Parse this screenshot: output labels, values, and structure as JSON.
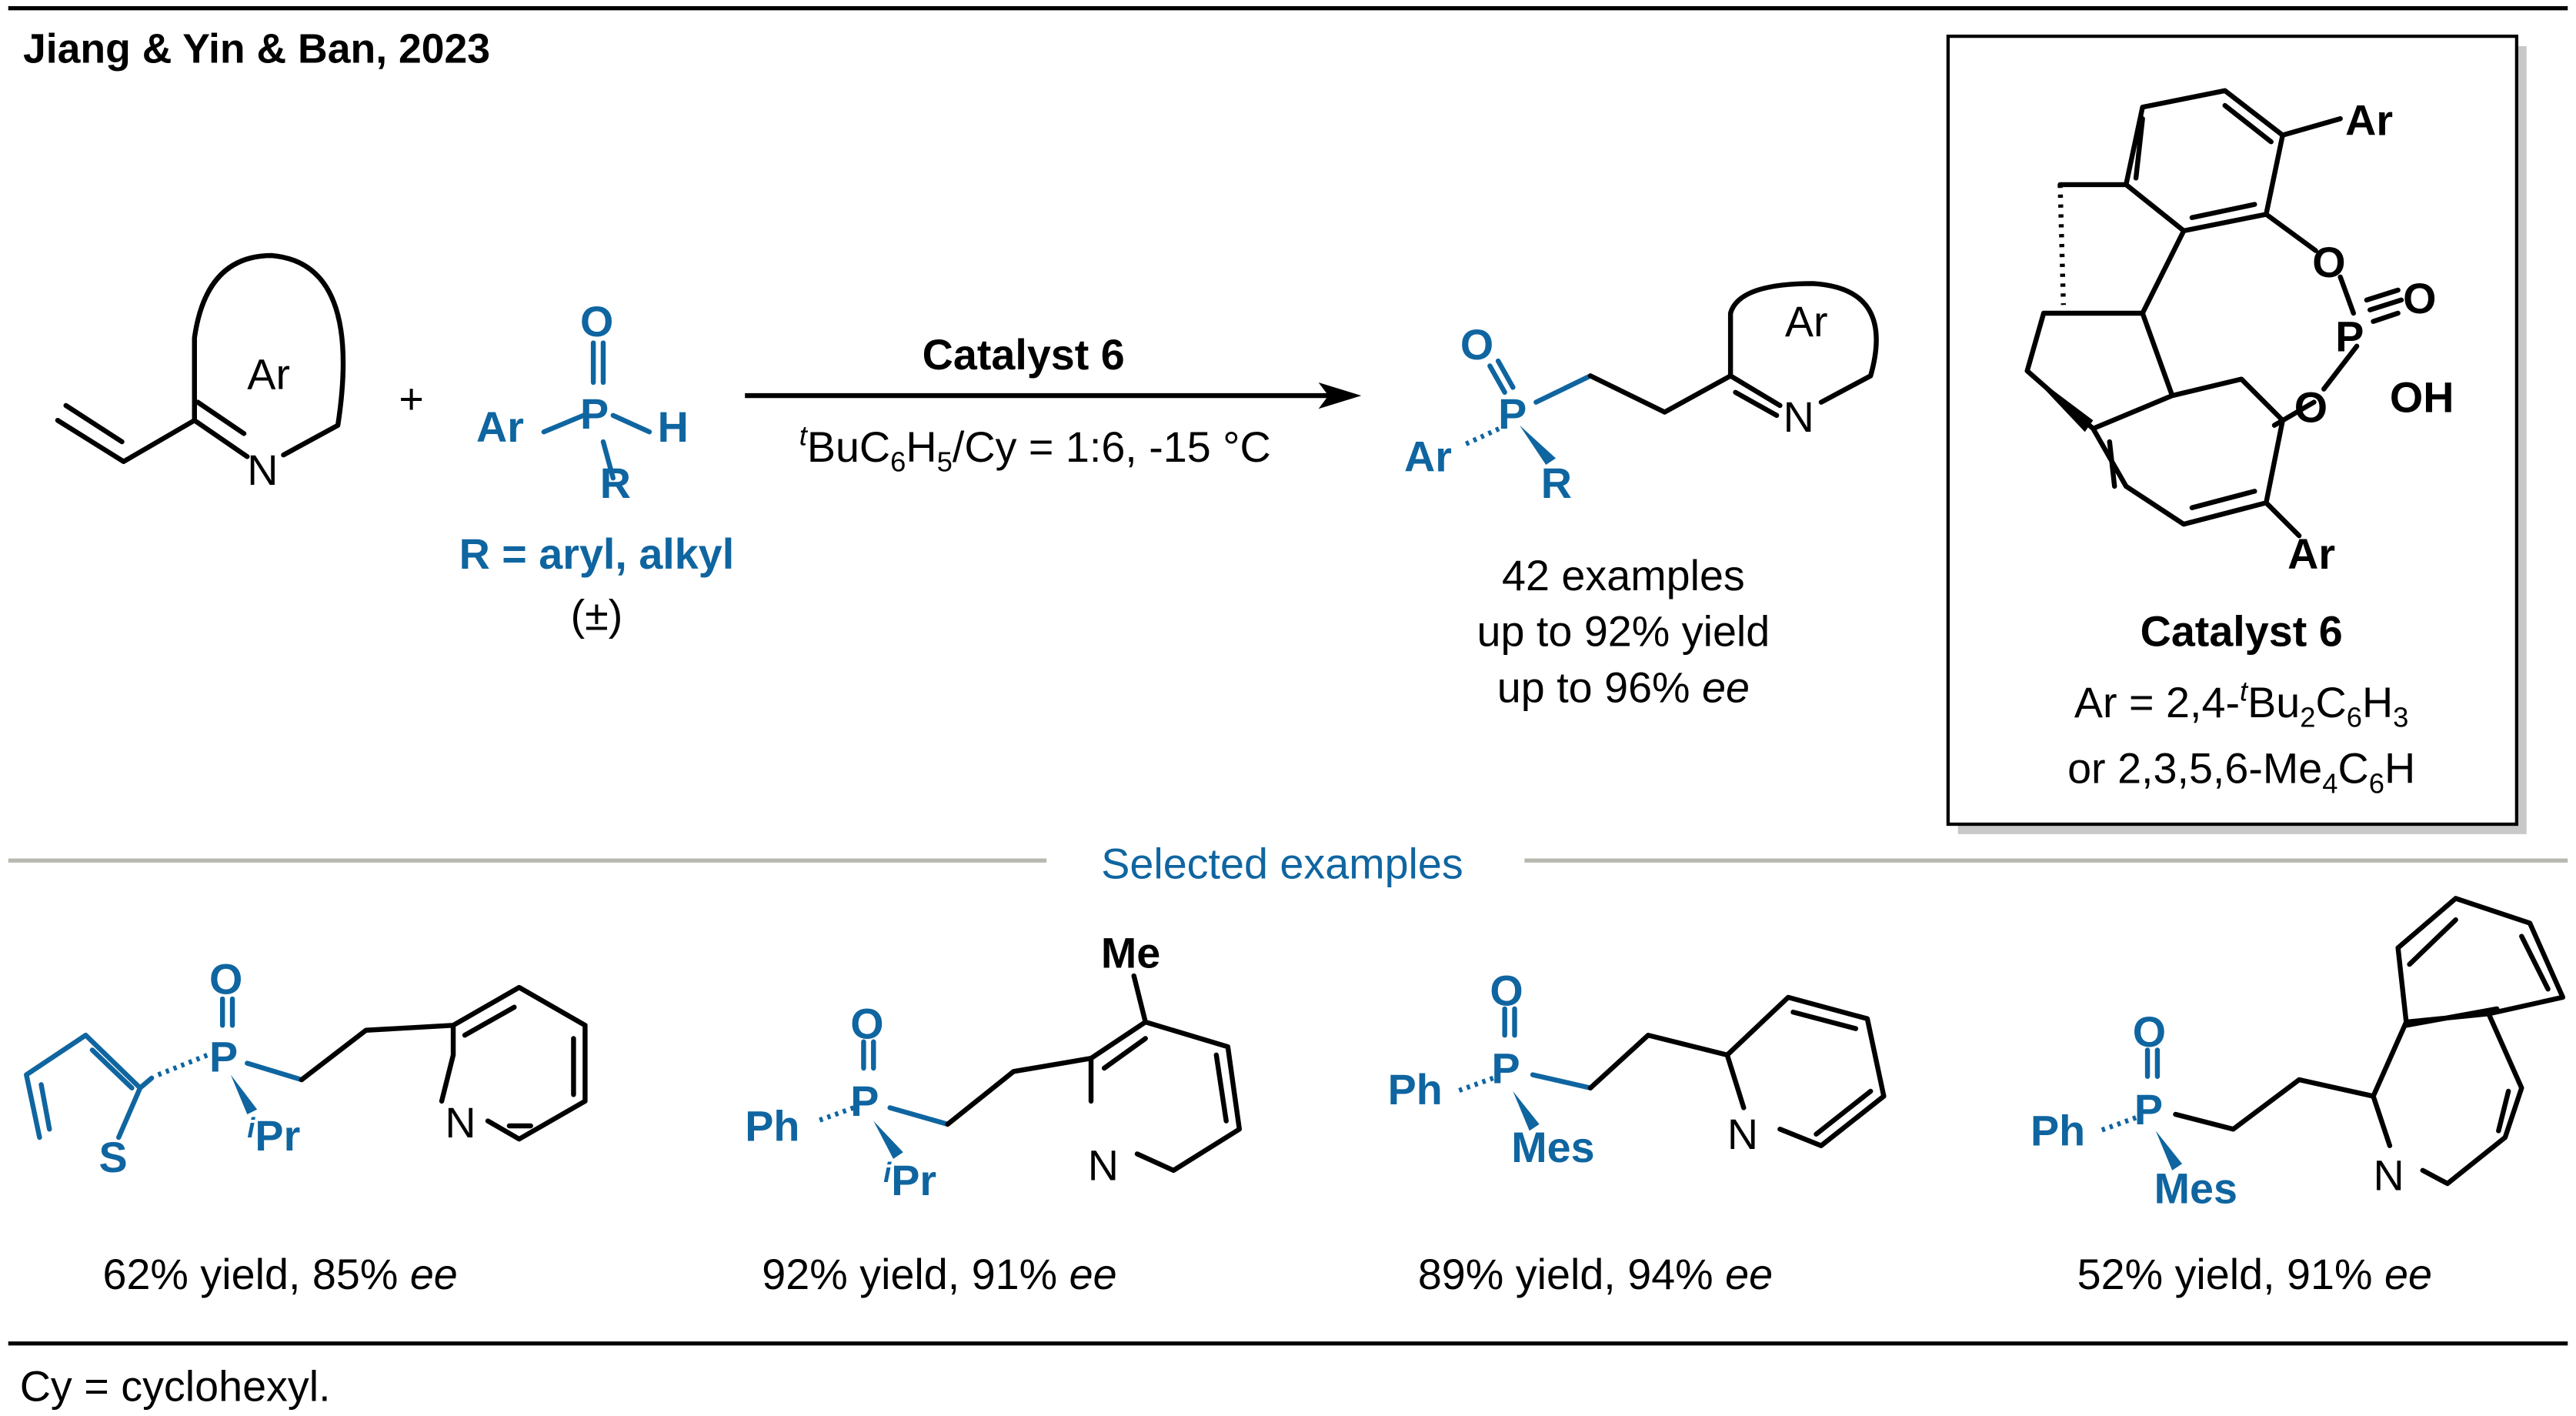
{
  "header": {
    "citation": "Jiang & Yin & Ban, 2023"
  },
  "colors": {
    "accent": "#0f65a0",
    "divider": "#b8b8b0",
    "text": "#000000"
  },
  "reactants": {
    "substrate_ring_label": "Ar",
    "substrate_n": "N",
    "plus": "+",
    "phosphine": {
      "o": "O",
      "p": "P",
      "ar": "Ar",
      "h": "H",
      "r": "R"
    },
    "r_definition": "R = aryl, alkyl",
    "racemic": "(±)"
  },
  "conditions": {
    "catalyst": "Catalyst 6",
    "solvent_prefix": "t",
    "solvent_a": "BuC",
    "solvent_b": "6",
    "solvent_c": "H",
    "solvent_d": "5",
    "solvent_e": "/Cy = 1:6, -15 °C"
  },
  "product": {
    "o": "O",
    "p": "P",
    "ar": "Ar",
    "r": "R",
    "ring_label": "Ar",
    "n": "N",
    "summary": [
      "42 examples",
      "up to 92% yield",
      "up to 96% "
    ],
    "ee": "ee"
  },
  "catalyst_box": {
    "ar_top": "Ar",
    "ar_bottom": "Ar",
    "o1": "O",
    "o2": "O",
    "o3": "O",
    "p": "P",
    "oh": "OH",
    "title": "Catalyst 6",
    "def1_a": "Ar = 2,4-",
    "def1_t": "t",
    "def1_b": "Bu",
    "def1_s1": "2",
    "def1_c": "C",
    "def1_s2": "6",
    "def1_d": "H",
    "def1_s3": "3",
    "def2_a": "or 2,3,5,6-Me",
    "def2_s1": "4",
    "def2_b": "C",
    "def2_s2": "6",
    "def2_c": "H"
  },
  "selected_examples_title": "Selected examples",
  "examples": [
    {
      "sub1": "S",
      "sub2": "iPr",
      "yield": "62% yield, 85% ",
      "ee": "ee"
    },
    {
      "sub1": "Ph",
      "sub2": "iPr",
      "extra": "Me",
      "yield": "92% yield, 91% ",
      "ee": "ee"
    },
    {
      "sub1": "Ph",
      "sub2": "Mes",
      "yield": "89% yield, 94% ",
      "ee": "ee"
    },
    {
      "sub1": "Ph",
      "sub2": "Mes",
      "yield": "52% yield, 91% ",
      "ee": "ee"
    }
  ],
  "atom_labels": {
    "o": "O",
    "p": "P",
    "n": "N",
    "i": "i",
    "pr": "Pr"
  },
  "footnote": "Cy = cyclohexyl."
}
